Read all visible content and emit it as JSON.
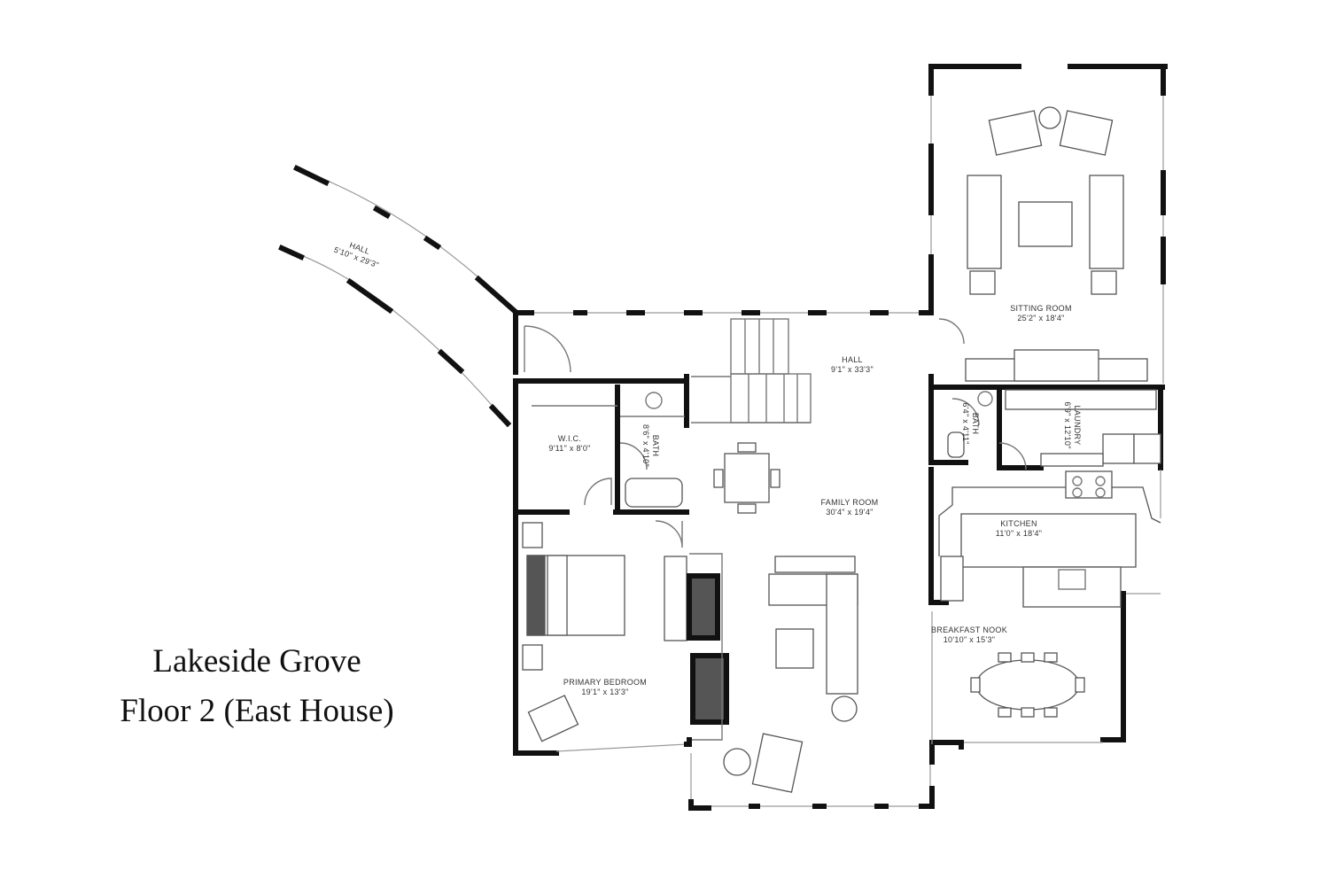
{
  "title": {
    "line1": "Lakeside Grove",
    "line2": "Floor 2 (East House)"
  },
  "rooms": {
    "hall_west": {
      "name": "HALL",
      "dims": "5'10\" x 29'3\""
    },
    "sitting_room": {
      "name": "SITTING ROOM",
      "dims": "25'2\" x 18'4\""
    },
    "hall_main": {
      "name": "HALL",
      "dims": "9'1\" x 33'3\""
    },
    "wic": {
      "name": "W.I.C.",
      "dims": "9'11\" x 8'0\""
    },
    "bath_west": {
      "name": "BATH",
      "dims": "8'6\" x 4'10\""
    },
    "bath_east": {
      "name": "BATH",
      "dims": "6'4\" x 4'11\""
    },
    "laundry": {
      "name": "LAUNDRY",
      "dims": "6'9\" x 12'10\""
    },
    "family_room": {
      "name": "FAMILY ROOM",
      "dims": "30'4\" x 19'4\""
    },
    "kitchen": {
      "name": "KITCHEN",
      "dims": "11'0\" x 18'4\""
    },
    "breakfast_nook": {
      "name": "BREAKFAST NOOK",
      "dims": "10'10\" x 15'3\""
    },
    "primary_bedroom": {
      "name": "PRIMARY BEDROOM",
      "dims": "19'1\" x 13'3\""
    }
  }
}
